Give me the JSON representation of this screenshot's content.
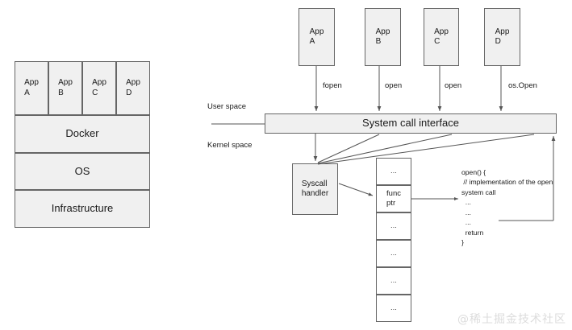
{
  "left_stack": {
    "name": "container-architecture-stack",
    "apps": [
      {
        "label": "App\nA"
      },
      {
        "label": "App\nB"
      },
      {
        "label": "App\nC"
      },
      {
        "label": "App\nD"
      }
    ],
    "layers": [
      {
        "label": "Docker"
      },
      {
        "label": "OS"
      },
      {
        "label": "Infrastructure"
      }
    ]
  },
  "right_diagram": {
    "apps": [
      {
        "label": "App\nA",
        "call": "fopen"
      },
      {
        "label": "App\nB",
        "call": "open"
      },
      {
        "label": "App\nC",
        "call": "open"
      },
      {
        "label": "App\nD",
        "call": "os.Open"
      }
    ],
    "space_labels": {
      "user": "User space",
      "kernel": "Kernel space"
    },
    "syscall_interface": "System call interface",
    "syscall_handler": "Syscall\nhandler",
    "syscall_table": [
      {
        "label": "..."
      },
      {
        "label": "func\nptr"
      },
      {
        "label": "..."
      },
      {
        "label": "..."
      },
      {
        "label": "..."
      },
      {
        "label": "..."
      }
    ],
    "code_block": "open() {\n // implementation of the open\nsystem call\n  ...\n  ...\n  ...\n  return\n}"
  },
  "watermark": "@稀土掘金技术社区",
  "colors": {
    "box_fill": "#f0f0f0",
    "box_stroke": "#666666",
    "cell_fill": "#ffffff",
    "line": "#555555",
    "text": "#1a1a1a",
    "watermark": "#dcdcdc"
  }
}
